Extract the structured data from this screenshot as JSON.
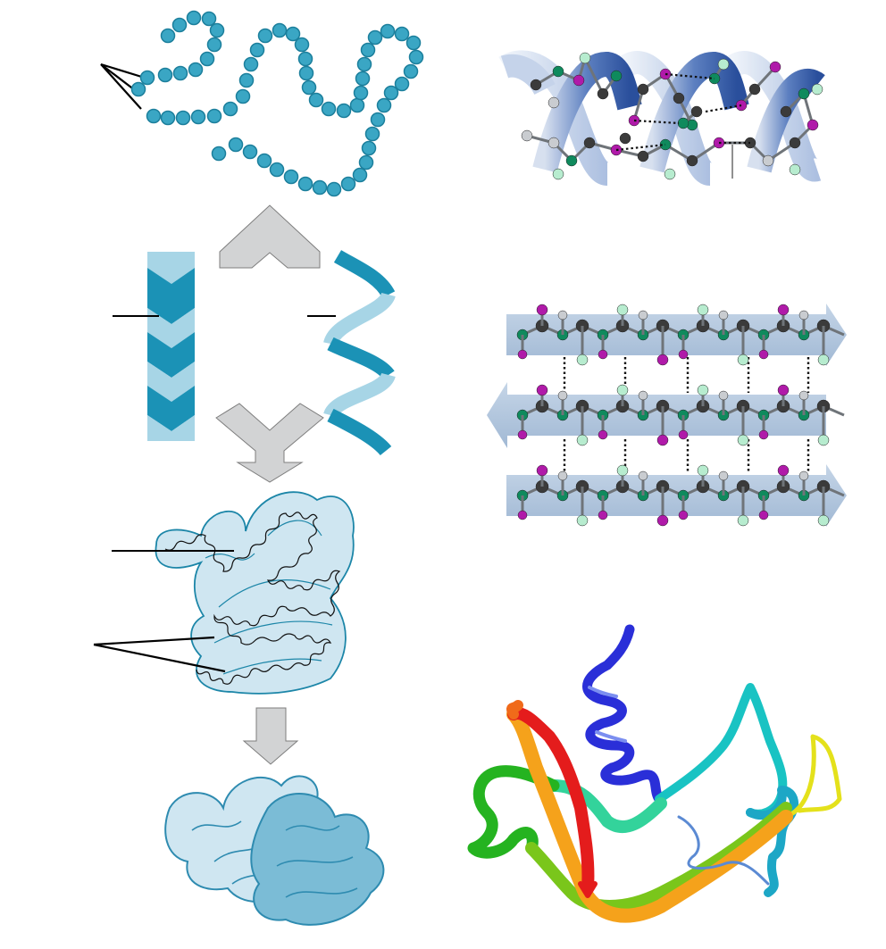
{
  "figure": {
    "panels": [
      "primary-structure-chain",
      "alpha-helix-model",
      "beta-sheet-model",
      "secondary-structure-sketch",
      "tertiary-structure-sketch",
      "tertiary-structure-blob",
      "ribbon-structure"
    ],
    "labels_visible": false
  },
  "colors": {
    "bead": "#3aa6c4",
    "bead_stroke": "#1c7f9c",
    "arrow_fill": "#d2d3d4",
    "arrow_stroke": "#7d7d7d",
    "helix_ribbon": "#3f63b0",
    "helix_ribbon_light": "#a9c0e2",
    "sheet_band": "#a7bfd9",
    "atom_carbon": "#3b3b3b",
    "atom_nitrogen": "#0f8a5d",
    "atom_oxygen": "#b01aa9",
    "atom_hydrogen": "#c9ccd0",
    "atom_r": "#b7eccf",
    "teal_dark": "#1b92b6",
    "teal_light": "#a7d5e6",
    "blob_fill": "#cfe6f1",
    "blob_fill_dark": "#7bbcd6",
    "rainbow": [
      "#2a2fd8",
      "#2f6ae0",
      "#1da7c6",
      "#19c3c3",
      "#33d39b",
      "#3fcf5a",
      "#25b320",
      "#7ac61b",
      "#e4e11b",
      "#f5a21b",
      "#f06a1a",
      "#e41c1c"
    ]
  }
}
